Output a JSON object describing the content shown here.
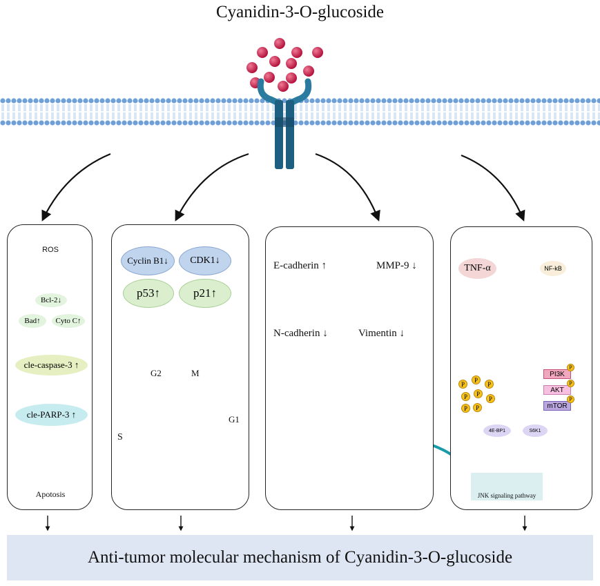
{
  "title": "Cyanidin-3-O-glucoside",
  "footer": "Anti-tumor molecular mechanism of Cyanidin-3-O-glucoside",
  "panel1": {
    "ros": "ROS",
    "bcl2": "Bcl-2↓",
    "bad": "Bad↑",
    "cytoc": "Cyto C↑",
    "caspase": "cle-caspase-3 ↑",
    "parp": "cle-PARP-3 ↑",
    "apoptosis": "Apotosis"
  },
  "panel2": {
    "cyclin": "Cyclin B1↓",
    "cdk1": "CDK1↓",
    "p53": "p53↑",
    "p21": "p21↑",
    "g2": "G2",
    "m": "M",
    "s": "S",
    "g1": "G1"
  },
  "panel3": {
    "ecad": "E-cadherin ↑",
    "mmp9": "MMP-9 ↓",
    "ncad": "N-cadherin ↓",
    "vimentin": "Vimentin ↓"
  },
  "panel4": {
    "tnf": "TNF-α",
    "nfkb": "NF-kB",
    "p": "P",
    "pi3k": "PI3K",
    "akt": "AKT",
    "mtor": "mTOR",
    "ebp1": "4E-BP1",
    "s6k1": "S6K1",
    "jnk": "JNK signaling pathway"
  },
  "colors": {
    "molecule": "#c71f4a",
    "membrane": "#6e9fd6",
    "receptor": "#1c5f80",
    "footer": "#dfe6f3"
  }
}
